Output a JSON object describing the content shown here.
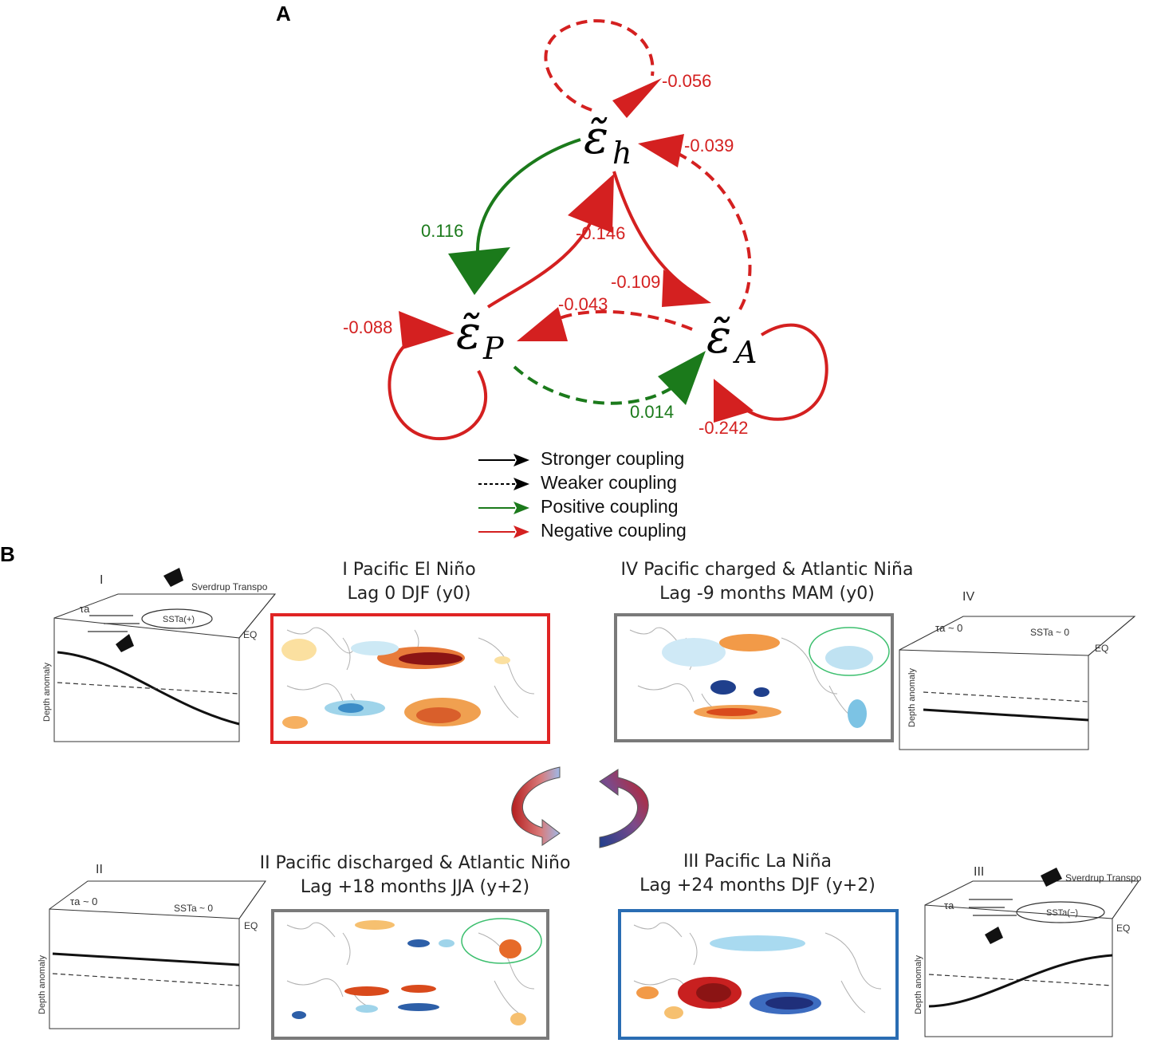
{
  "panel_a": {
    "letter": "A",
    "nodes": {
      "h": {
        "symbol": "ε̃",
        "sub": "h"
      },
      "p": {
        "symbol": "ε̃",
        "sub": "P"
      },
      "a": {
        "symbol": "ε̃",
        "sub": "A"
      }
    },
    "couplings": {
      "h_self": "-0.056",
      "a_to_h": "-0.039",
      "h_to_p": "0.116",
      "p_to_h": "-0.146",
      "h_to_a": "-0.109",
      "a_to_p": "-0.043",
      "p_self": "-0.088",
      "p_to_a": "0.014",
      "a_self": "-0.242"
    },
    "colors": {
      "positive": "#1b7a1b",
      "negative": "#d42020"
    },
    "legend": [
      {
        "label": "Stronger coupling",
        "style": "solid",
        "color": "#000000"
      },
      {
        "label": "Weaker coupling",
        "style": "dashed",
        "color": "#000000"
      },
      {
        "label": "Positive coupling",
        "style": "solid",
        "color": "#1b7a1b"
      },
      {
        "label": "Negative coupling",
        "style": "solid",
        "color": "#d42020"
      }
    ]
  },
  "panel_b": {
    "letter": "B",
    "phases": [
      {
        "id": "I",
        "title_1": "I Pacific El Niño",
        "title_2": "Lag 0 DJF (y0)",
        "border": "#e02424"
      },
      {
        "id": "IV",
        "title_1": "IV Pacific charged & Atlantic Niña",
        "title_2": "Lag -9 months MAM (y0)",
        "border": "#7a7a7a"
      },
      {
        "id": "II",
        "title_1": "II Pacific discharged & Atlantic Niño",
        "title_2": "Lag +18 months JJA (y+2)",
        "border": "#7a7a7a"
      },
      {
        "id": "III",
        "title_1": "III Pacific La Niña",
        "title_2": "Lag +24 months DJF (y+2)",
        "border": "#2a6db3"
      }
    ],
    "schematics": {
      "I": {
        "numeral": "I",
        "transport": "Sverdrup Transpo",
        "tau": "τa",
        "sst": "SSTa(+)",
        "eq": "EQ",
        "axis": "Depth anomaly"
      },
      "IV": {
        "numeral": "IV",
        "tau": "τa ~ 0",
        "sst": "SSTa ~ 0",
        "eq": "EQ",
        "axis": "Depth anomaly"
      },
      "II": {
        "numeral": "II",
        "tau": "τa ~ 0",
        "sst": "SSTa ~ 0",
        "eq": "EQ",
        "axis": "Depth anomaly"
      },
      "III": {
        "numeral": "III",
        "transport": "Sverdrup Transpo",
        "tau": "τa",
        "sst": "SSTa(−)",
        "eq": "EQ",
        "axis": "Depth anomaly"
      }
    }
  }
}
